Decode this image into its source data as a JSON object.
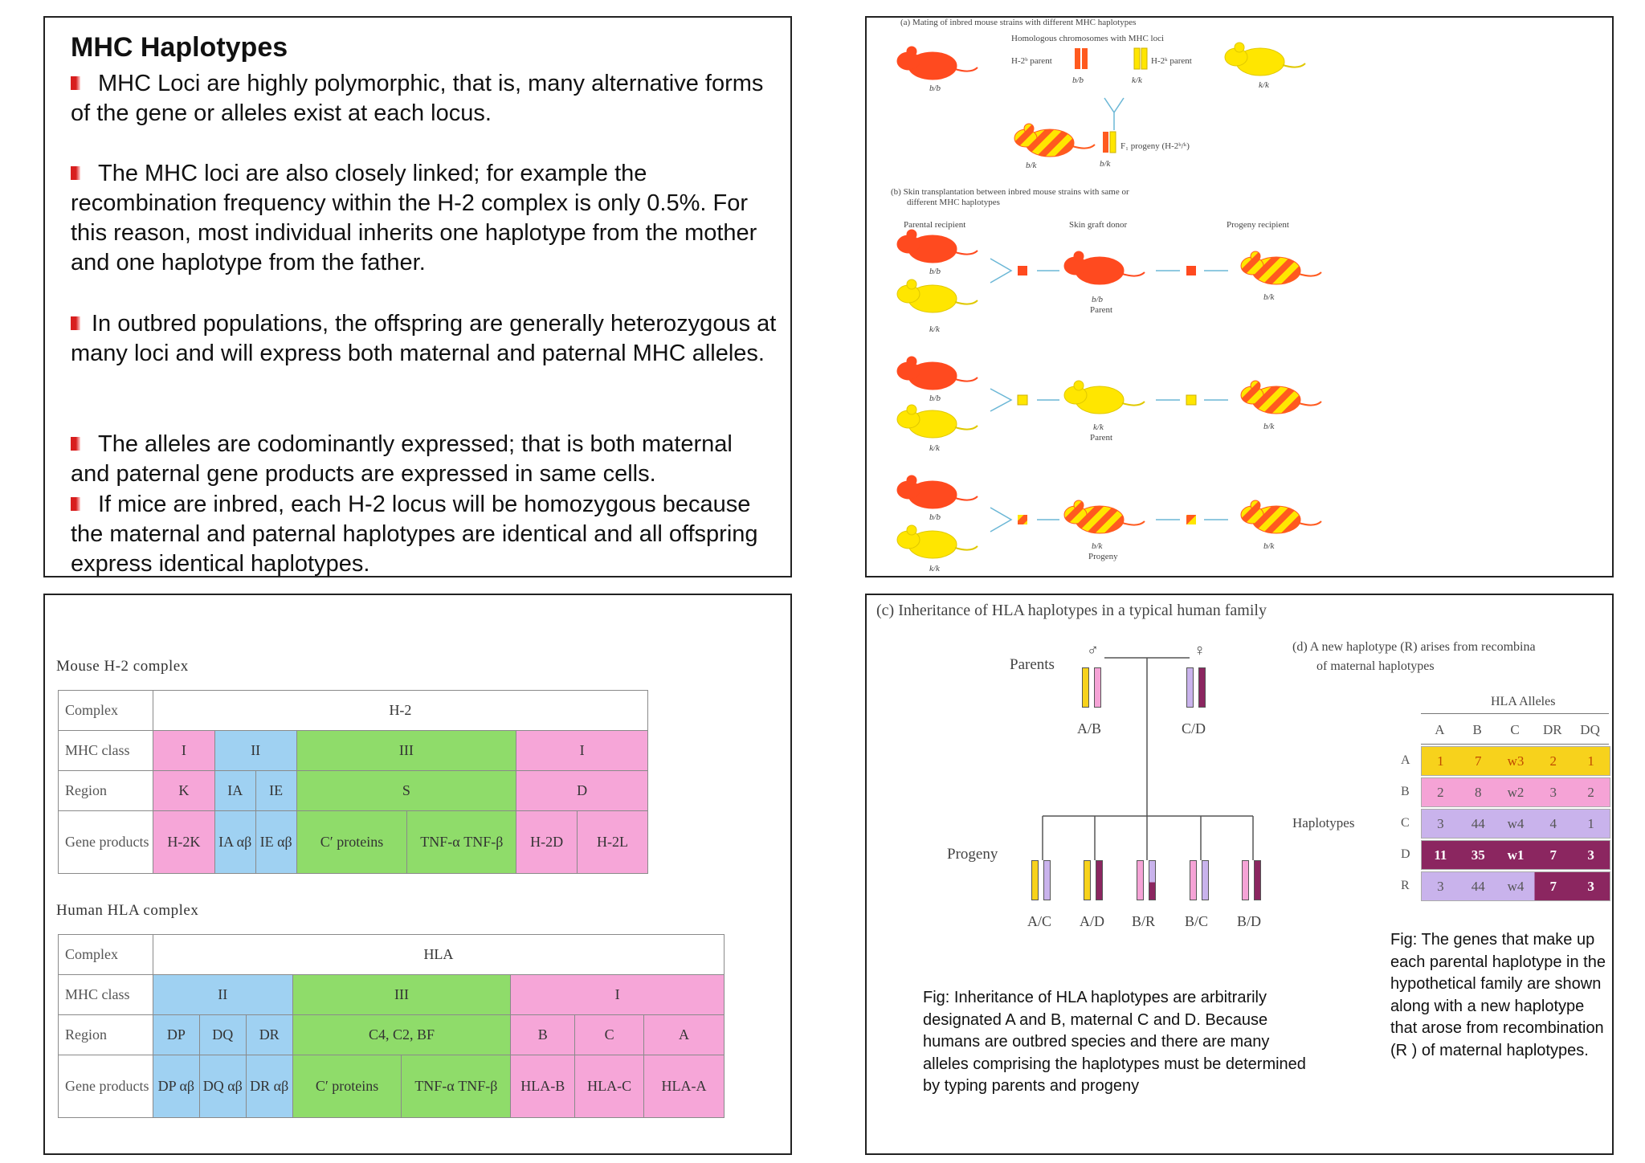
{
  "panel1": {
    "title": "MHC Haplotypes",
    "paragraphs": [
      "MHC Loci are highly polymorphic, that is, many alternative forms of the gene or alleles exist at each locus.",
      "The MHC loci are also closely linked; for example the recombination frequency within the H-2 complex is only 0.5%. For this reason, most individual inherits one haplotype from the mother and one haplotype from the father.",
      "In outbred populations, the offspring are generally heterozygous at many loci and will express both maternal and paternal MHC alleles.",
      "The alleles are codominantly expressed; that is both maternal and paternal gene products are expressed in same cells.",
      "If mice are inbred, each H-2 locus will be homozygous because the maternal and paternal haplotypes are identical and all offspring express identical  haplotypes."
    ]
  },
  "panel2": {
    "a_title": "(a) Mating of inbred mouse strains with different MHC haplotypes",
    "homologous": "Homologous chromosomes with MHC loci",
    "h2b_parent": "H-2ᵇ parent",
    "h2k_parent": "H-2ᵏ parent",
    "bb": "b/b",
    "kk": "k/k",
    "bk": "b/k",
    "f1": "F₁ progeny (H-2ᵇ/ᵏ)",
    "b_title_1": "(b) Skin transplantation between inbred mouse strains with same or",
    "b_title_2": "different MHC haplotypes",
    "parental_recipient": "Parental recipient",
    "skin_graft_donor": "Skin graft donor",
    "progeny_recipient": "Progeny recipient",
    "parent": "Parent",
    "progeny": "Progeny"
  },
  "panel3": {
    "mouse_caption": "Mouse H-2 complex",
    "human_caption": "Human HLA complex",
    "labels": {
      "complex": "Complex",
      "mhc_class": "MHC class",
      "region": "Region",
      "gene_products": "Gene products"
    },
    "mouse": {
      "complex": "H-2",
      "classes": [
        "I",
        "II",
        "III",
        "I"
      ],
      "regions": [
        "K",
        "IA",
        "IE",
        "S",
        "D"
      ],
      "products": [
        "H-2K",
        "IA αβ",
        "IE αβ",
        "C′ proteins",
        "TNF-α TNF-β",
        "H-2D",
        "H-2L"
      ]
    },
    "human": {
      "complex": "HLA",
      "classes": [
        "II",
        "III",
        "I"
      ],
      "regions": [
        "DP",
        "DQ",
        "DR",
        "C4, C2, BF",
        "B",
        "C",
        "A"
      ],
      "products": [
        "DP αβ",
        "DQ αβ",
        "DR αβ",
        "C′ proteins",
        "TNF-α TNF-β",
        "HLA-B",
        "HLA-C",
        "HLA-A"
      ]
    },
    "colors": {
      "class_I": "#f6a6d8",
      "class_II": "#9fd1f2",
      "class_III": "#8fdc6a"
    }
  },
  "panel4": {
    "c_title": "(c) Inheritance of HLA haplotypes in a typical human family",
    "d_title_1": "(d) A new haplotype (R) arises from recombina",
    "d_title_2": "of maternal haplotypes",
    "parents": "Parents",
    "male_symbol": "♂",
    "female_symbol": "♀",
    "father": "A/B",
    "mother": "C/D",
    "progeny_label": "Progeny",
    "progeny": [
      "A/C",
      "A/D",
      "B/R",
      "B/C",
      "B/D"
    ],
    "hla_alleles": "HLA Alleles",
    "haplotypes_label": "Haplotypes",
    "columns": [
      "A",
      "B",
      "C",
      "DR",
      "DQ"
    ],
    "rows": [
      {
        "name": "A",
        "values": [
          "1",
          "7",
          "w3",
          "2",
          "1"
        ],
        "color": "#f7d21c"
      },
      {
        "name": "B",
        "values": [
          "2",
          "8",
          "w2",
          "3",
          "2"
        ],
        "color": "#f5a3d6"
      },
      {
        "name": "C",
        "values": [
          "3",
          "44",
          "w4",
          "4",
          "1"
        ],
        "color": "#c9b3ec"
      },
      {
        "name": "D",
        "values": [
          "11",
          "35",
          "w1",
          "7",
          "3"
        ],
        "color": "#8b2660"
      },
      {
        "name": "R",
        "values": [
          "3",
          "44",
          "w4",
          "7",
          "3"
        ],
        "color": "#c9b3ec"
      }
    ],
    "caption_left": "Fig: Inheritance of HLA haplotypes are arbitrarily designated A and B, maternal C and D. Because humans are outbred species and there are many alleles comprising the haplotypes must be determined by typing parents and progeny",
    "caption_right": "Fig: The genes that make up each parental haplotype in the hypothetical family  are shown  along with a new haplotype that arose from recombination (R ) of maternal haplotypes."
  }
}
